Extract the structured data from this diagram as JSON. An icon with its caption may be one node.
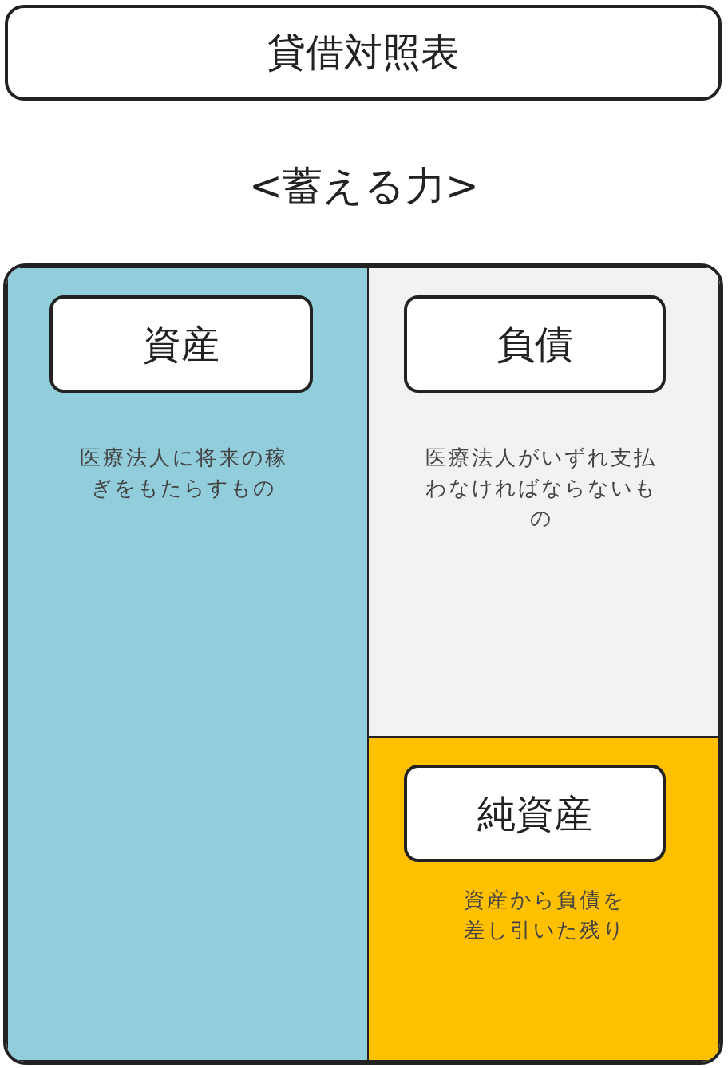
{
  "diagram": {
    "nodes": [
      {
        "text": [
          "貸借対照表"
        ]
      },
      {
        "text": [],
        "shape": "box"
      },
      {
        "text": [
          "医療法人に将来の稼ぎをもたらすもの"
        ],
        "in": 1
      },
      {
        "text": [
          "資産"
        ],
        "in": 2
      },
      {
        "text": [
          "医療法人がいずれ支払わなければならないもの"
        ],
        "in": 1
      },
      {
        "text": [
          "負債"
        ],
        "in": 4
      },
      {
        "text": [
          "資産から負債を差し引いた残り"
        ],
        "in": 1
      },
      {
        "text": [
          "純資産"
        ],
        "in": 6
      }
    ],
    "labels": [
      "<蓄える力>"
    ]
  }
}
